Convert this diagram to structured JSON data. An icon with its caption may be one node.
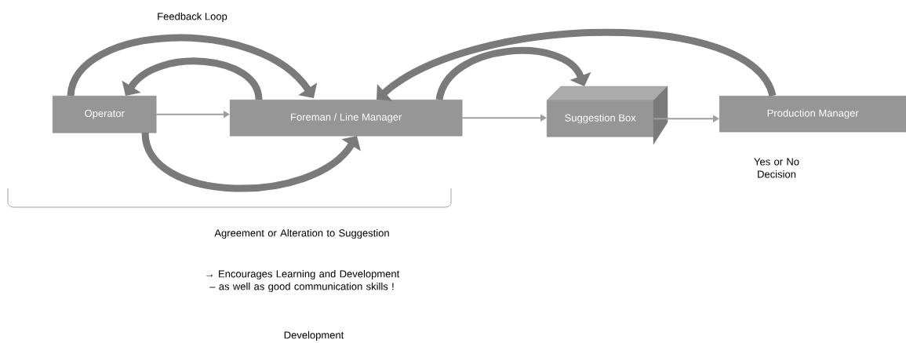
{
  "diagram": {
    "nodes": [
      {
        "text": [
          "Operator"
        ]
      },
      {
        "text": [
          "Foreman / Line Manager"
        ]
      },
      {
        "text": [
          "Suggestion Box"
        ]
      },
      {
        "text": [
          "Production  Manager"
        ],
        "beside": [
          "Yes or No Decision"
        ]
      }
    ],
    "edges": [
      {
        "from": 0,
        "to": 1,
        "arrow": "to"
      },
      {
        "from": 1,
        "to": 2,
        "arrow": "to"
      },
      {
        "from": 2,
        "to": 3,
        "arrow": "to"
      },
      {
        "from": 0,
        "to": 1,
        "arrow": "to",
        "label": "Feedback Loop"
      },
      {
        "from": 1,
        "to": 0,
        "arrow": "to"
      },
      {
        "from": 0,
        "to": 1,
        "arrow": "to"
      },
      {
        "from": 1,
        "to": 2,
        "arrow": "to"
      },
      {
        "from": 3,
        "to": 1,
        "arrow": "to"
      }
    ],
    "labels": [
      "Agreement or Alteration to Suggestion",
      "→ Encourages Learning and Development – as well as good communication skills !",
      "Development"
    ]
  }
}
